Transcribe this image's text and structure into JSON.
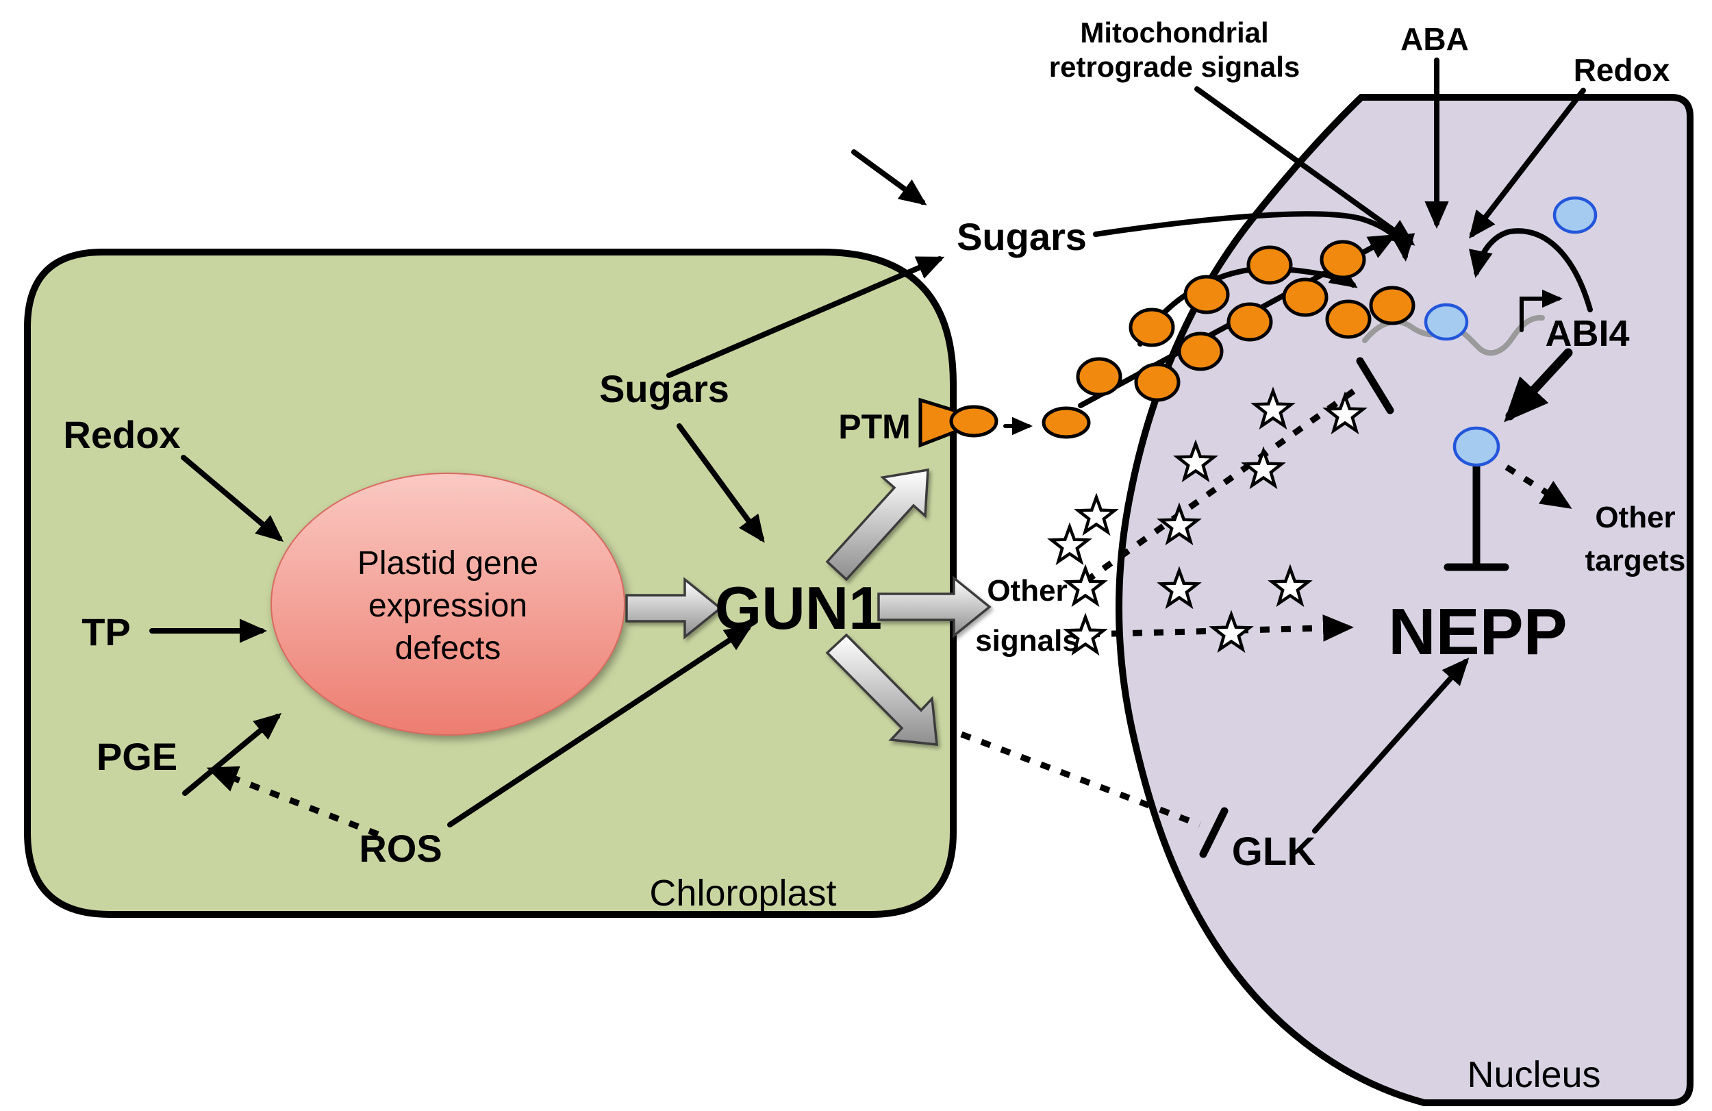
{
  "labels": {
    "mito_line1": "Mitochondrial",
    "mito_line2": "retrograde signals",
    "aba": "ABA",
    "redox_top": "Redox",
    "sugars_outer": "Sugars",
    "sugars_inner": "Sugars",
    "redox_left": "Redox",
    "tp": "TP",
    "pge": "PGE",
    "ros": "ROS",
    "ptm": "PTM",
    "gun1": "GUN1",
    "plastid_line1": "Plastid gene",
    "plastid_line2": "expression",
    "plastid_line3": "defects",
    "other_signals_line1": "Other",
    "other_signals_line2": "signals",
    "abi4": "ABI4",
    "nepp": "NEPP",
    "glk": "GLK",
    "other_targets_line1": "Other",
    "other_targets_line2": "targets",
    "chloroplast": "Chloroplast",
    "nucleus": "Nucleus"
  },
  "colors": {
    "chloroplast_fill": "#c9d5a1",
    "nucleus_fill": "#d8d2e2",
    "compartment_stroke": "#000000",
    "plastid_ellipse_top": "#fac9c2",
    "plastid_ellipse_bottom": "#ed7d71",
    "orange_protein": "#f0890e",
    "blue_protein_fill": "#a5cbf0",
    "blue_protein_stroke": "#2456db",
    "star_fill": "#ffffff",
    "arrow_black": "#000000",
    "block_arrow_light": "#ffffff",
    "block_arrow_dark": "#8e8e8e",
    "dna_squiggle_gray": "#9a9a9a"
  }
}
